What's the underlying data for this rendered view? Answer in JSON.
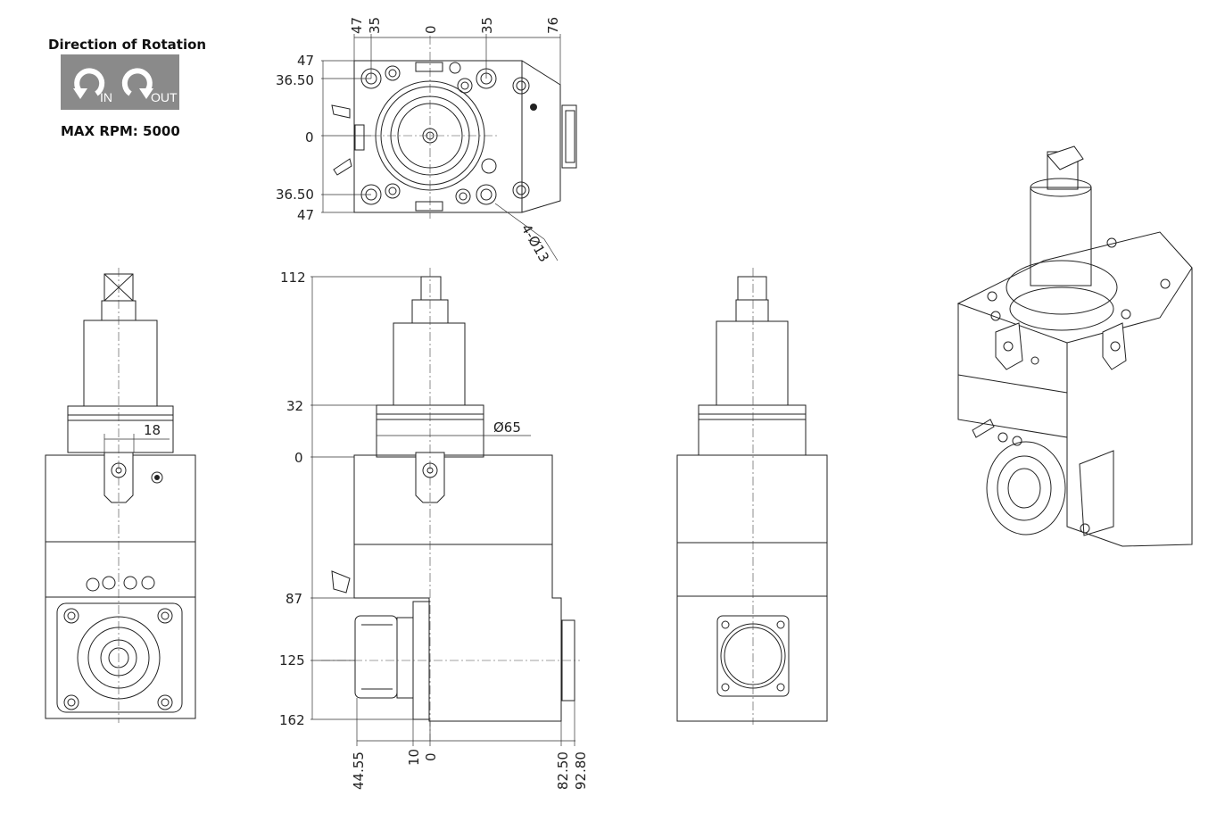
{
  "rotation": {
    "title": "Direction of Rotation",
    "in_label": "IN",
    "out_label": "OUT",
    "icons": [
      "rotate-in-icon",
      "rotate-out-icon"
    ],
    "badge_color": "#8a8a8a",
    "max_rpm": "MAX RPM: 5000"
  },
  "top_view": {
    "top_dims": [
      "47",
      "35",
      "0",
      "35",
      "76"
    ],
    "left_dims": [
      "47",
      "36.50",
      "0",
      "36.50",
      "47"
    ],
    "hole_callout": "4-Ø13"
  },
  "front_view": {
    "left_dims": [
      "112",
      "32",
      "0",
      "87",
      "125",
      "162"
    ],
    "diameter_label": "Ø65",
    "bottom_dims": [
      "44.55",
      "10",
      "0",
      "82.50",
      "92.80"
    ]
  },
  "side_view": {
    "width_dim": "18"
  }
}
